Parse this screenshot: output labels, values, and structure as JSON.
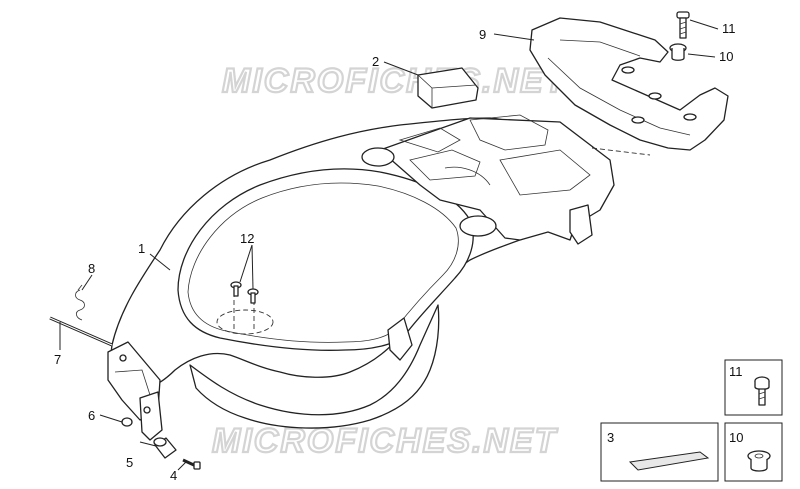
{
  "watermark": {
    "text_top": "MICROFICHES.NET",
    "text_bottom": "MICROFICHES.NET"
  },
  "callouts": {
    "c1": "1",
    "c2": "2",
    "c4": "4",
    "c5": "5",
    "c6": "6",
    "c7": "7",
    "c8": "8",
    "c9": "9",
    "c10": "10",
    "c11": "11",
    "c12": "12"
  },
  "detail_boxes": {
    "box11": "11",
    "box3": "3",
    "box10": "10"
  },
  "icons": [
    "screw-icon",
    "washer-icon",
    "cap-icon",
    "strip-icon"
  ]
}
